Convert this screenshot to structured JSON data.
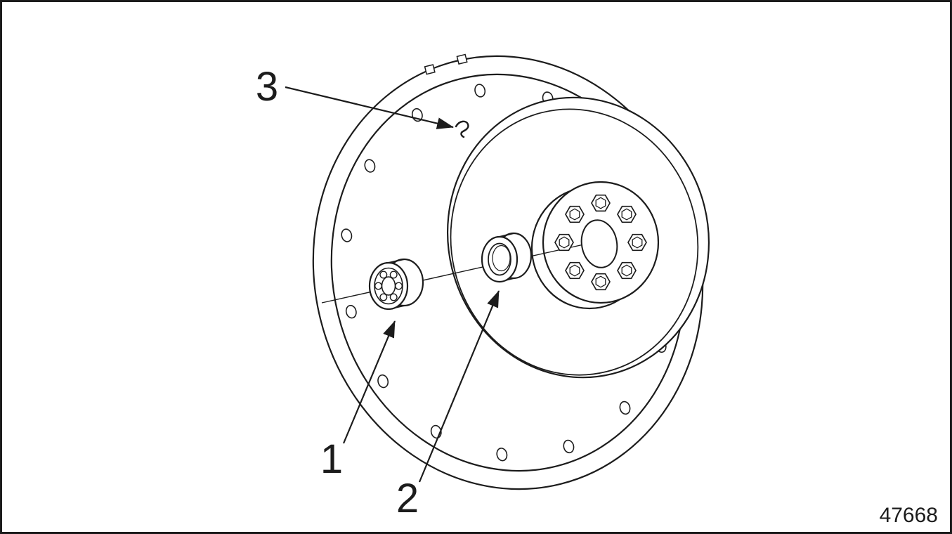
{
  "diagram": {
    "figure_number": "47668",
    "callouts": [
      {
        "label": "1"
      },
      {
        "label": "2"
      },
      {
        "label": "3"
      }
    ]
  },
  "colors": {
    "line": "#1c1c1c",
    "background": "#ffffff"
  }
}
